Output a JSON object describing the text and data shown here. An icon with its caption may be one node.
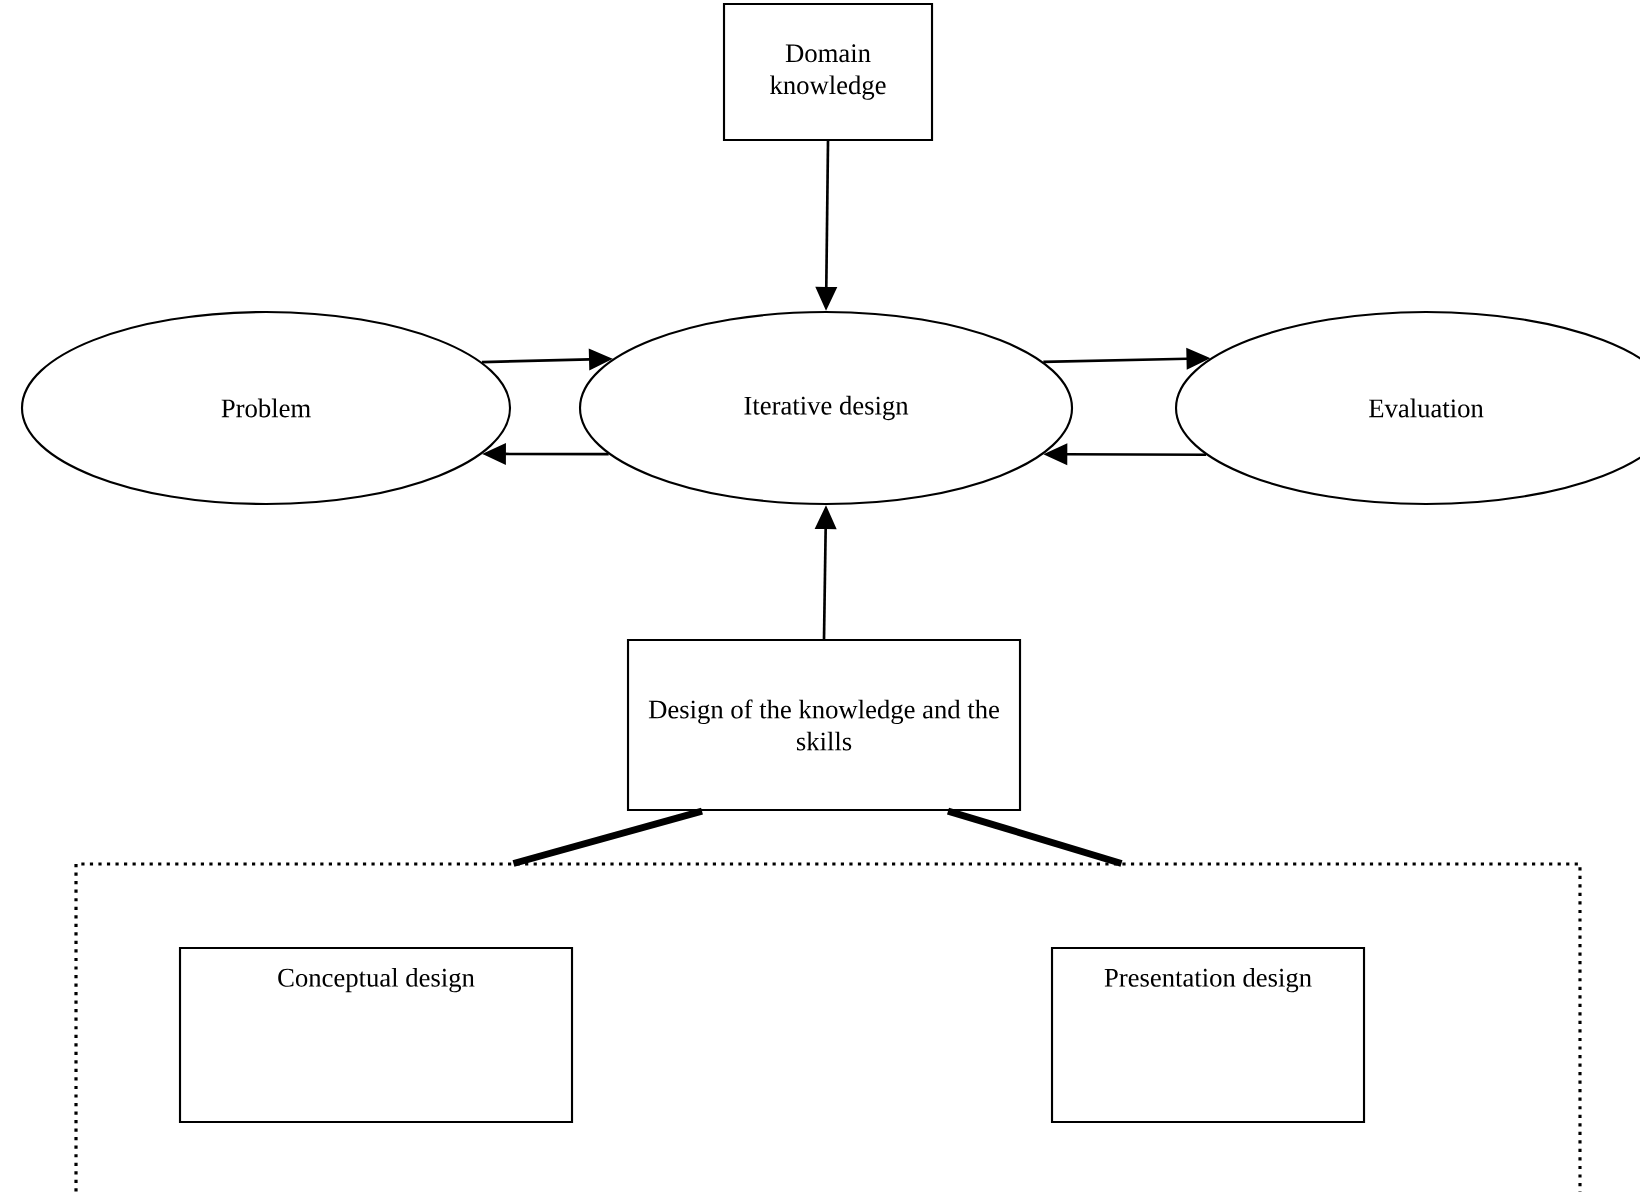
{
  "diagram": {
    "nodes": [
      {
        "text": [
          "Domain knowledge"
        ]
      },
      {
        "text": [
          "Problem"
        ]
      },
      {
        "text": [
          "Iterative design"
        ]
      },
      {
        "text": [
          "Evaluation"
        ]
      },
      {
        "text": [
          "Design of the knowledge and the skills"
        ]
      },
      {
        "text": [],
        "shape": "box"
      },
      {
        "text": [
          "Conceptual design"
        ],
        "in": 5
      },
      {
        "text": [
          "Presentation design"
        ],
        "in": 5
      }
    ],
    "edges": [
      {
        "from": 0,
        "to": 2,
        "arrow": "to"
      },
      {
        "from": 1,
        "to": 2,
        "arrow": "to"
      },
      {
        "from": 2,
        "to": 1,
        "arrow": "to"
      },
      {
        "from": 2,
        "to": 3,
        "arrow": "to"
      },
      {
        "from": 3,
        "to": 2,
        "arrow": "to"
      },
      {
        "from": 4,
        "to": 2,
        "arrow": "to"
      },
      {
        "from": 4,
        "to": 5,
        "arrow": "none",
        "style": "thick"
      },
      {
        "from": 4,
        "to": 5,
        "arrow": "none",
        "style": "thick"
      }
    ]
  }
}
